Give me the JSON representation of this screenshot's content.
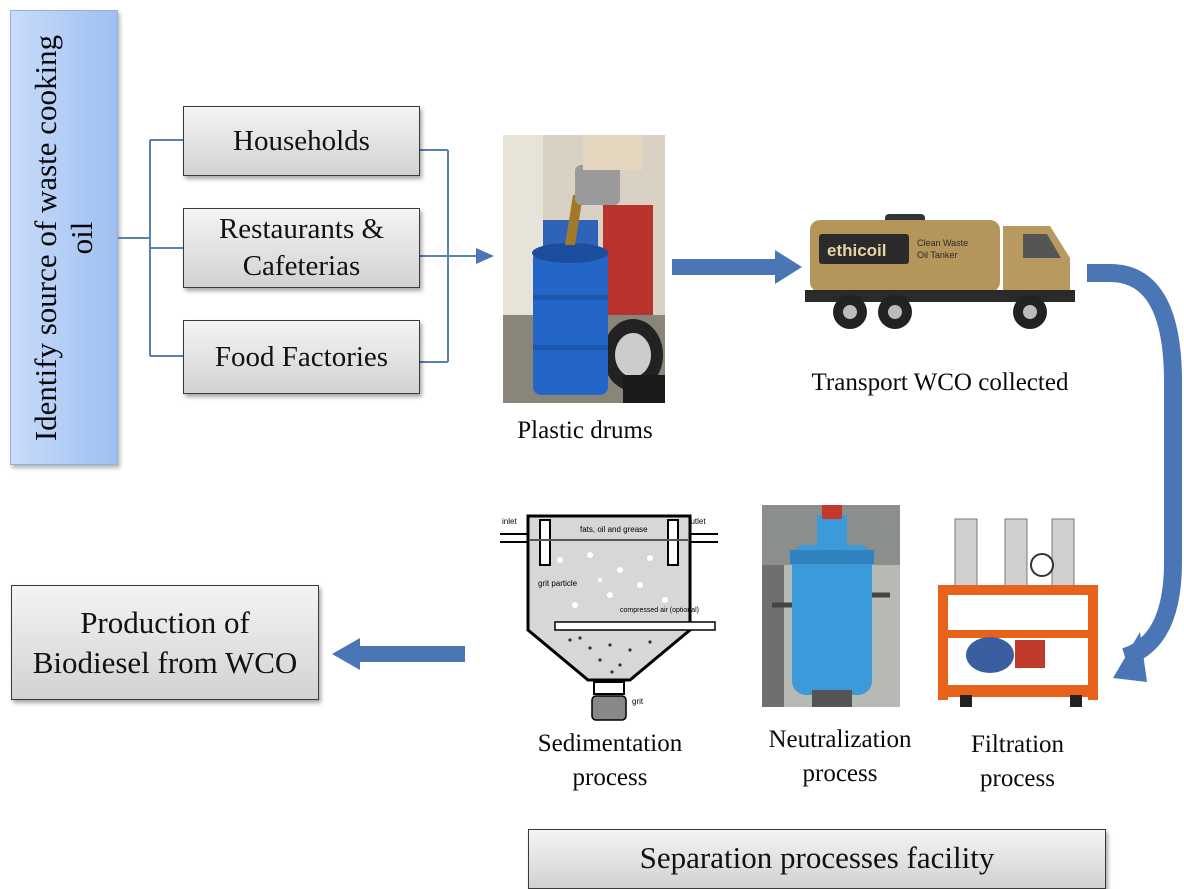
{
  "source_box": {
    "text": "Identify source of waste cooking oil"
  },
  "sources": [
    {
      "label": "Households"
    },
    {
      "label": "Restaurants & Cafeterias"
    },
    {
      "label": "Food Factories"
    }
  ],
  "labels": {
    "plastic_drums": "Plastic drums",
    "transport": "Transport WCO collected",
    "filtration": "Filtration process",
    "neutralization": "Neutralization process",
    "sedimentation": "Sedimentation process"
  },
  "production_box": {
    "text": "Production of Biodiesel from WCO"
  },
  "facility_box": {
    "text": "Separation processes facility"
  },
  "truck": {
    "brand": "ethicoil",
    "side_line1": "Clean Waste",
    "side_line2": "Oil Tanker"
  },
  "sedimentation_diagram": {
    "inlet": "inlet",
    "outlet": "outlet",
    "top_label": "fats, oil and grease",
    "grit_particle": "grit particle",
    "compressed_air": "compressed air (optional)",
    "grit": "grit"
  },
  "colors": {
    "arrow": "#4a76b5",
    "source_box": "#a9c6f2",
    "box": "#dcdcdc",
    "line": "#5b80b3"
  }
}
